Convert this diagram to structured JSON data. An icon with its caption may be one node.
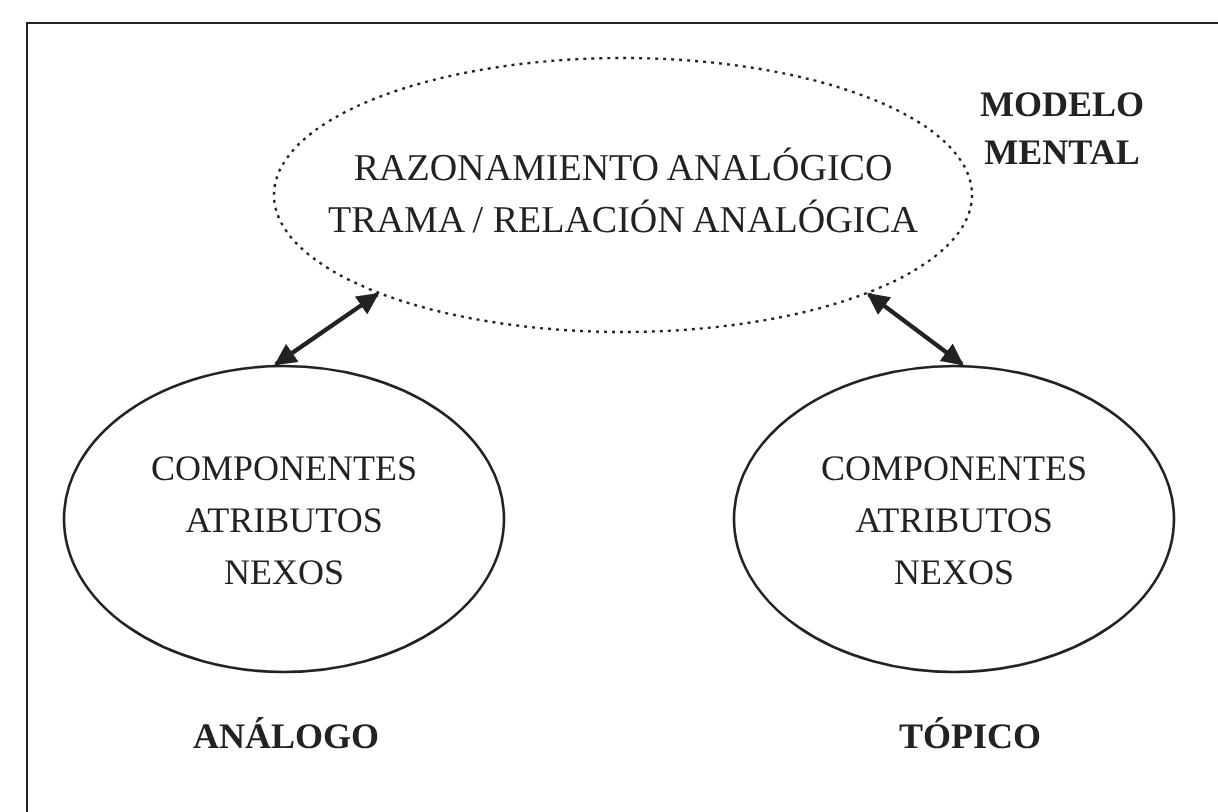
{
  "diagram": {
    "nodes": [
      {
        "text": [
          "RAZONAMIENTO ANALÓGICO",
          "TRAMA / RELACIÓN ANALÓGICA"
        ],
        "beside": [
          "MODELO MENTAL"
        ]
      },
      {
        "text": [
          "COMPONENTES",
          "ATRIBUTOS",
          "NEXOS"
        ],
        "beside": [
          "ANÁLOGO"
        ]
      },
      {
        "text": [
          "COMPONENTES",
          "ATRIBUTOS",
          "NEXOS"
        ],
        "beside": [
          "TÓPICO"
        ]
      }
    ],
    "edges": [
      {
        "from": 0,
        "to": 1,
        "arrow": "both"
      },
      {
        "from": 0,
        "to": 2,
        "arrow": "both"
      }
    ]
  }
}
